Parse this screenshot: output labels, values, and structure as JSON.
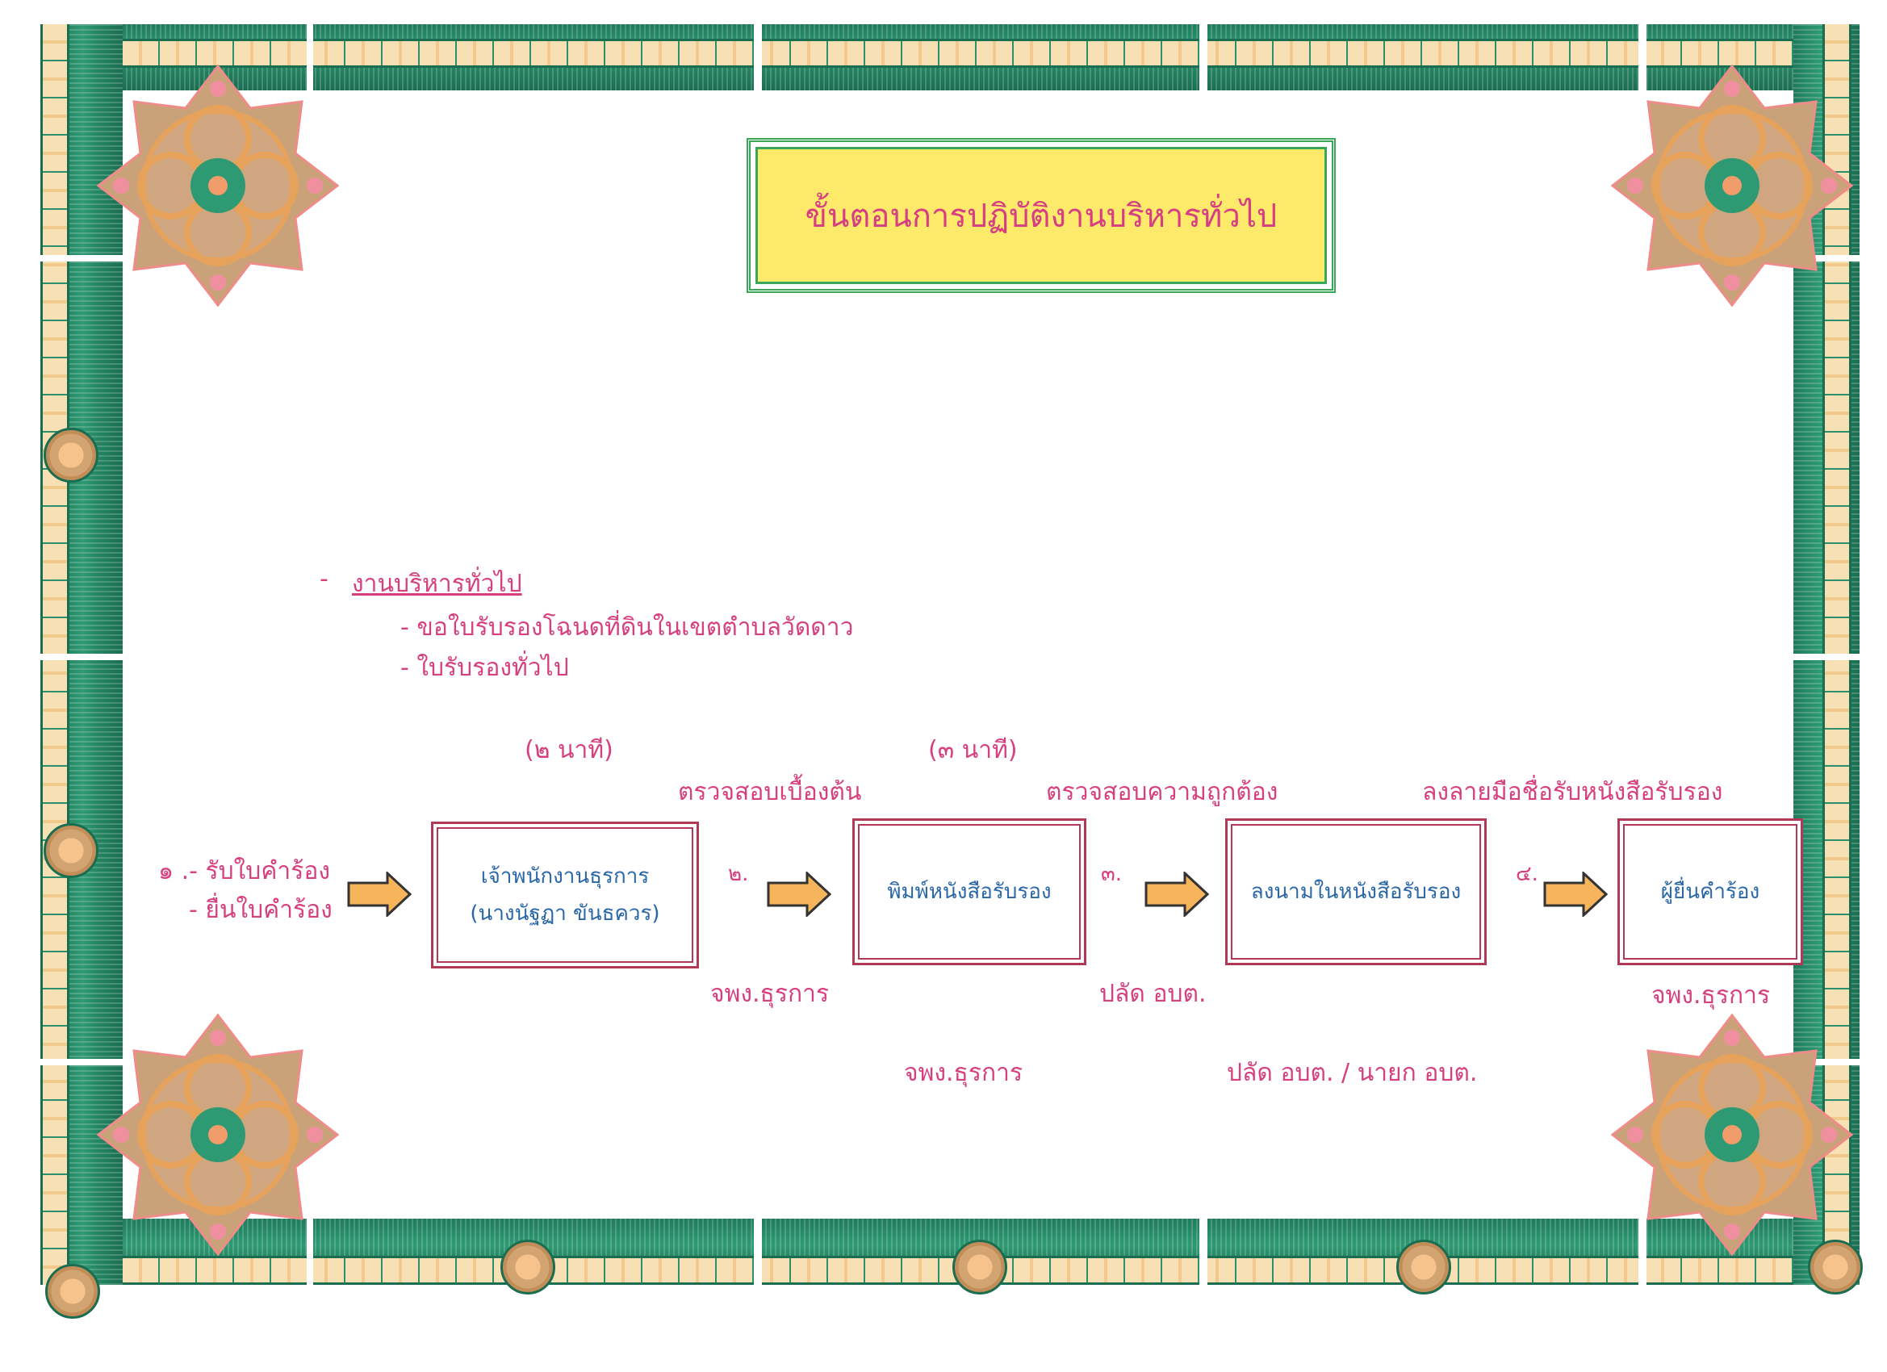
{
  "title": "ขั้นตอนการปฏิบัติงานบริหารทั่วไป",
  "section": {
    "heading_dash": "-",
    "heading": "งานบริหารทั่วไป",
    "items": [
      "-  ขอใบรับรองโฉนดที่ดินในเขตตำบลวัดดาว",
      "-  ใบรับรองทั่วไป"
    ]
  },
  "flow": {
    "step1": {
      "line1": "๑ .-  รับใบคำร้อง",
      "line2": "-  ยื่นใบคำร้อง"
    },
    "boxes": [
      {
        "line1": "เจ้าพนักงานธุรการ",
        "line2": "(นางนัฐฏา  ขันธควร)"
      },
      {
        "line1": "พิมพ์หนังสือรับรอง"
      },
      {
        "line1": "ลงนามในหนังสือรับรอง"
      },
      {
        "line1": "ผู้ยื่นคำร้อง"
      }
    ],
    "step_numbers": [
      "๒.",
      "๓.",
      "๔."
    ],
    "times": [
      "(๒ นาที)",
      "(๓ นาที)"
    ],
    "actions": [
      "ตรวจสอบเบื้องต้น",
      "ตรวจสอบความถูกต้อง",
      "ลงลายมือชื่อรับหนังสือรับรอง"
    ],
    "responsible_upper": [
      "จพง.ธุรการ",
      "ปลัด อบต.",
      "จพง.ธุรการ"
    ],
    "responsible_lower": [
      "จพง.ธุรการ",
      "ปลัด อบต. / นายก อบต."
    ]
  },
  "colors": {
    "border_green": "#268763",
    "title_fill": "#fde96a",
    "title_text": "#d63d82",
    "pink_text": "#d6407f",
    "box_text": "#2a67a8",
    "box_border": "#b03a55",
    "arrow_fill": "#f6b55a"
  }
}
